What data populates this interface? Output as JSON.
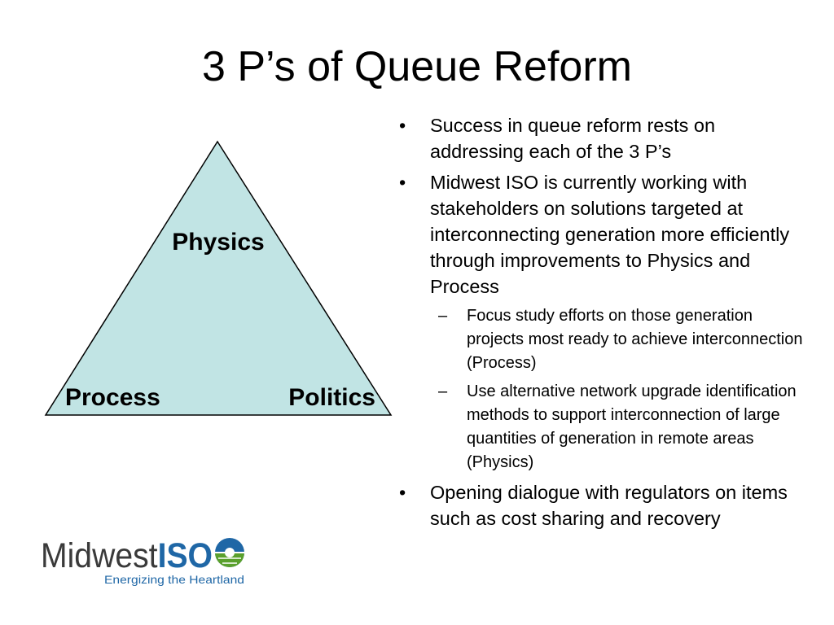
{
  "slide": {
    "title": "3 P’s of Queue Reform"
  },
  "diagram": {
    "fill_color": "#c1e4e4",
    "stroke_color": "#000000",
    "labels": {
      "top": "Physics",
      "left": "Process",
      "right": "Politics"
    }
  },
  "bullets": [
    {
      "marker": "•",
      "text": "Success in queue reform rests on addressing each of the 3 P’s",
      "children": []
    },
    {
      "marker": "•",
      "text": "Midwest ISO is currently working with stakeholders on solutions targeted at interconnecting generation more efficiently through improvements to Physics and Process",
      "children": [
        {
          "marker": "–",
          "text": "Focus study efforts on those generation projects most ready to achieve interconnection (Process)"
        },
        {
          "marker": "–",
          "text": "Use alternative network upgrade identification methods to support interconnection of large quantities of generation in remote areas (Physics)"
        }
      ]
    },
    {
      "marker": "•",
      "text": "Opening dialogue with regulators on items such as cost sharing and recovery",
      "children": []
    }
  ],
  "logo": {
    "brand_main": "Midwest",
    "brand_accent": "ISO",
    "tagline": "Energizing the Heartland",
    "text_color": "#3a3a3a",
    "accent_color": "#1f67a6",
    "green_color": "#5aa02c"
  }
}
